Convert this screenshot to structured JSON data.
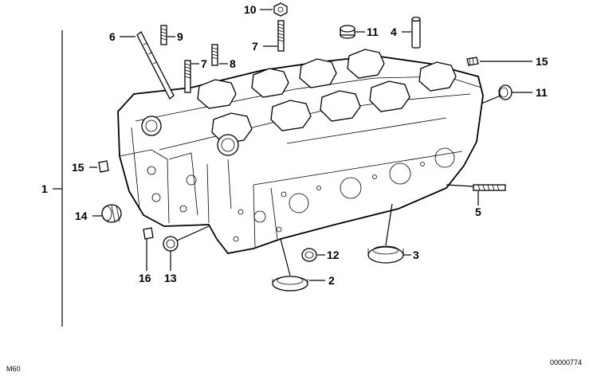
{
  "diagram": {
    "callouts": [
      "1",
      "2",
      "3",
      "4",
      "5",
      "6",
      "7",
      "7",
      "8",
      "9",
      "10",
      "11",
      "11",
      "12",
      "13",
      "14",
      "15",
      "15",
      "16"
    ],
    "corner_left": "M60",
    "corner_right": "00000774"
  }
}
